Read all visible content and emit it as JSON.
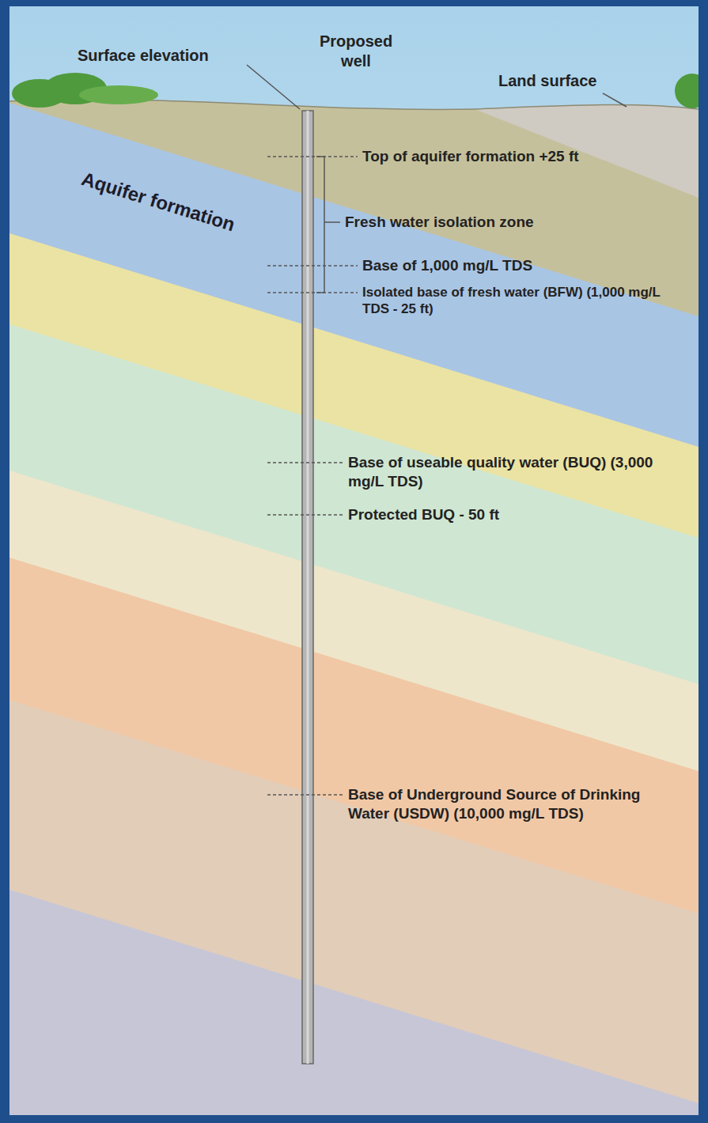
{
  "diagram": {
    "nodes": [
      {
        "text": [
          "Aquifer formation"
        ]
      }
    ],
    "labels": [
      "Surface elevation",
      "Proposed well",
      "Land surface",
      "Top of aquifer formation +25 ft",
      "Fresh water isolation zone",
      "Base of 1,000 mg/L TDS",
      "Isolated base of fresh water (BFW) (1,000 mg/L TDS - 25 ft)",
      "Base of useable quality water (BUQ) (3,000 mg/L TDS)",
      "Protected BUQ - 50 ft",
      "Base of Underground Source of Drinking Water (USDW) (10,000 mg/L TDS)"
    ]
  }
}
